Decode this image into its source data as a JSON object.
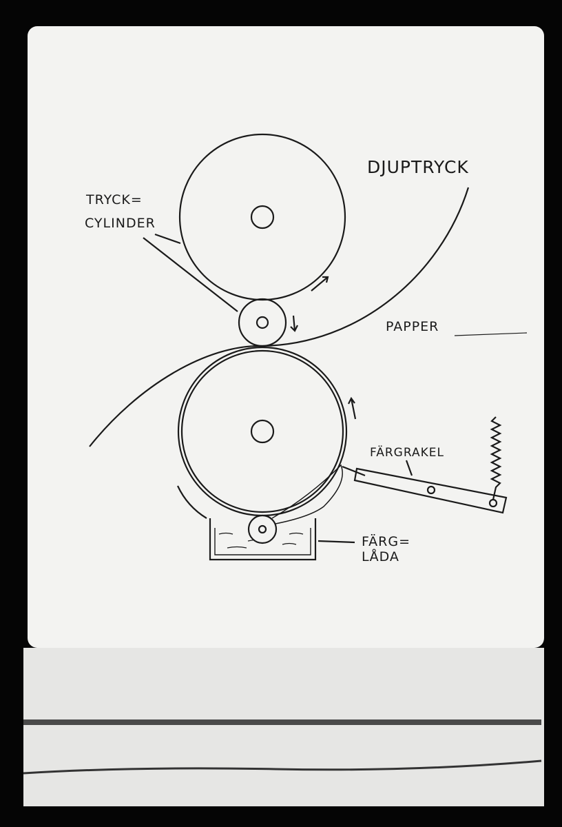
{
  "diagram": {
    "title": "DJUPTRYCK",
    "labels": {
      "tryck_line1": "TRYCK=",
      "tryck_line2": "CYLINDER",
      "papper": "PAPPER",
      "fargrakel": "FÄRGRAKEL",
      "farg_line1": "FÄRG=",
      "farg_line2": "LÅDA"
    }
  }
}
